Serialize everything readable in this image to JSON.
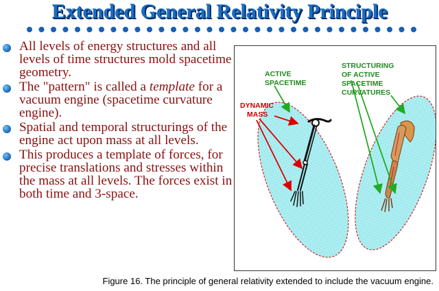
{
  "title": "Extended General Relativity Principle",
  "bullets": [
    {
      "text": "All levels of energy structures and all levels of time structures mold spacetime geometry."
    },
    {
      "pre": "The \"pattern\" is called a ",
      "em": "template",
      "post": " for a vacuum engine (spacetime curvature engine)."
    },
    {
      "text": "Spatial and temporal structurings of the engine act upon mass at all levels."
    },
    {
      "text": "This produces a template of forces, for precise translations and stresses within the mass at all levels. The forces exist in both time and 3-space."
    }
  ],
  "figure": {
    "label_active_1": "ACTIVE",
    "label_active_2": "SPACETIME",
    "label_dynamic_1": "DYNAMIC",
    "label_dynamic_2": "MASS",
    "label_struct_1": "STRUCTURING",
    "label_struct_2": "OF ACTIVE",
    "label_struct_3": "SPACETIME",
    "label_struct_4": "CURVATURES"
  },
  "caption": "Figure 16.  The principle of general relativity extended to include the vacuum engine.",
  "colors": {
    "title": "#1a6ec0",
    "bullet_text": "#8a1010",
    "label_green": "#1f8a1f",
    "label_red": "#cc0000",
    "ellipse_fill": "#a8ecf0",
    "arrow_red": "#dd0000",
    "arrow_green": "#22aa22"
  }
}
